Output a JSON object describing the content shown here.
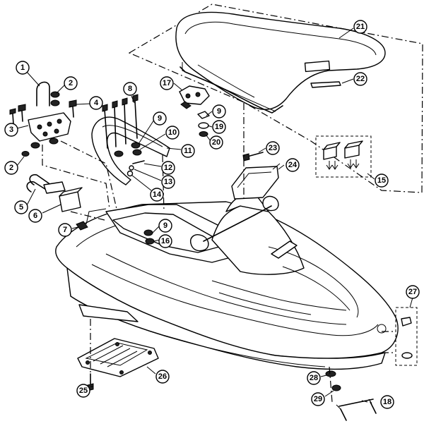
{
  "callouts": [
    {
      "id": "c1",
      "label": "1"
    },
    {
      "id": "c2a",
      "label": "2"
    },
    {
      "id": "c2b",
      "label": "2"
    },
    {
      "id": "c3",
      "label": "3"
    },
    {
      "id": "c4",
      "label": "4"
    },
    {
      "id": "c5",
      "label": "5"
    },
    {
      "id": "c6",
      "label": "6"
    },
    {
      "id": "c7",
      "label": "7"
    },
    {
      "id": "c8",
      "label": "8"
    },
    {
      "id": "c9a",
      "label": "9"
    },
    {
      "id": "c9b",
      "label": "9"
    },
    {
      "id": "c9c",
      "label": "9"
    },
    {
      "id": "c10",
      "label": "10"
    },
    {
      "id": "c11",
      "label": "11"
    },
    {
      "id": "c12",
      "label": "12"
    },
    {
      "id": "c13",
      "label": "13"
    },
    {
      "id": "c14",
      "label": "14"
    },
    {
      "id": "c15",
      "label": "15"
    },
    {
      "id": "c16",
      "label": "16"
    },
    {
      "id": "c17",
      "label": "17"
    },
    {
      "id": "c18",
      "label": "18"
    },
    {
      "id": "c19",
      "label": "19"
    },
    {
      "id": "c20",
      "label": "20"
    },
    {
      "id": "c21",
      "label": "21"
    },
    {
      "id": "c22",
      "label": "22"
    },
    {
      "id": "c23",
      "label": "23"
    },
    {
      "id": "c24",
      "label": "24"
    },
    {
      "id": "c25",
      "label": "25"
    },
    {
      "id": "c26",
      "label": "26"
    },
    {
      "id": "c27",
      "label": "27"
    },
    {
      "id": "c28",
      "label": "28"
    },
    {
      "id": "c29",
      "label": "29"
    }
  ]
}
